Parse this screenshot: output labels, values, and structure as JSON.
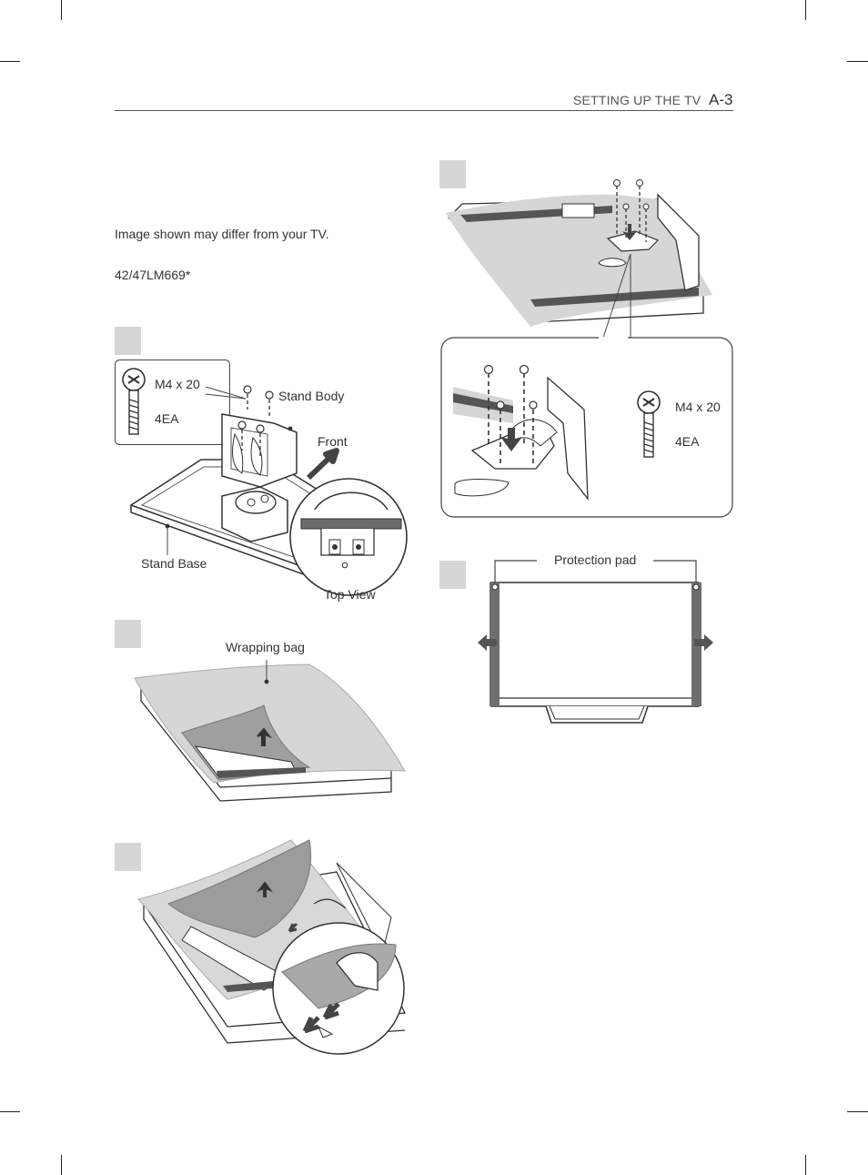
{
  "header": {
    "section": "SETTING UP THE TV",
    "page": "A-3"
  },
  "intro": {
    "note": "Image shown may differ from your TV.",
    "model": "42/47LM669*"
  },
  "step1": {
    "screw_spec": "M4 x 20",
    "screw_qty": "4EA",
    "stand_body": "Stand Body",
    "front": "Front",
    "stand_base": "Stand Base",
    "top_view": "Top View"
  },
  "step2": {
    "wrapping_bag": "Wrapping bag"
  },
  "step4": {
    "screw_spec": "M4 x 20",
    "screw_qty": "4EA"
  },
  "step5": {
    "protection_pad": "Protection pad"
  }
}
